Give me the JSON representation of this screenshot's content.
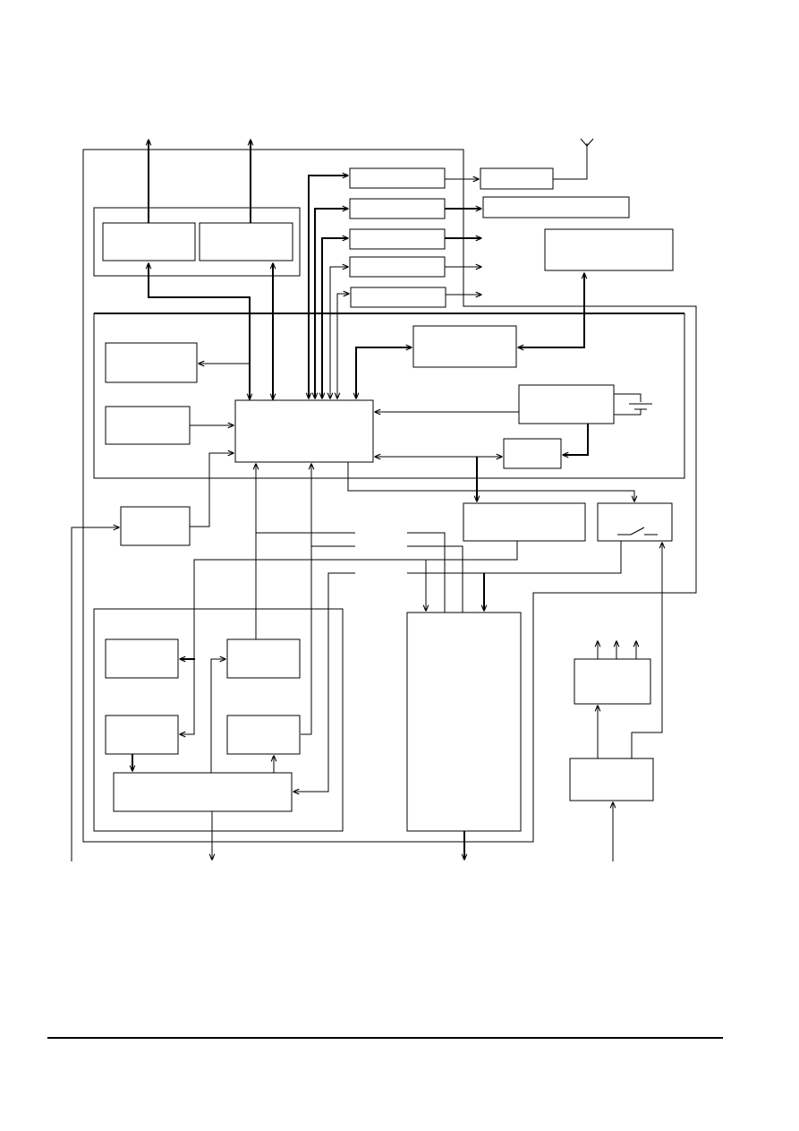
{
  "diagram": {
    "kind": "block-diagram",
    "labels_present": false,
    "line_color": "#000000",
    "background_color": "#ffffff",
    "block_count": 29,
    "symbols": [
      "antenna-symbol",
      "battery-symbol",
      "switch-symbol"
    ]
  }
}
